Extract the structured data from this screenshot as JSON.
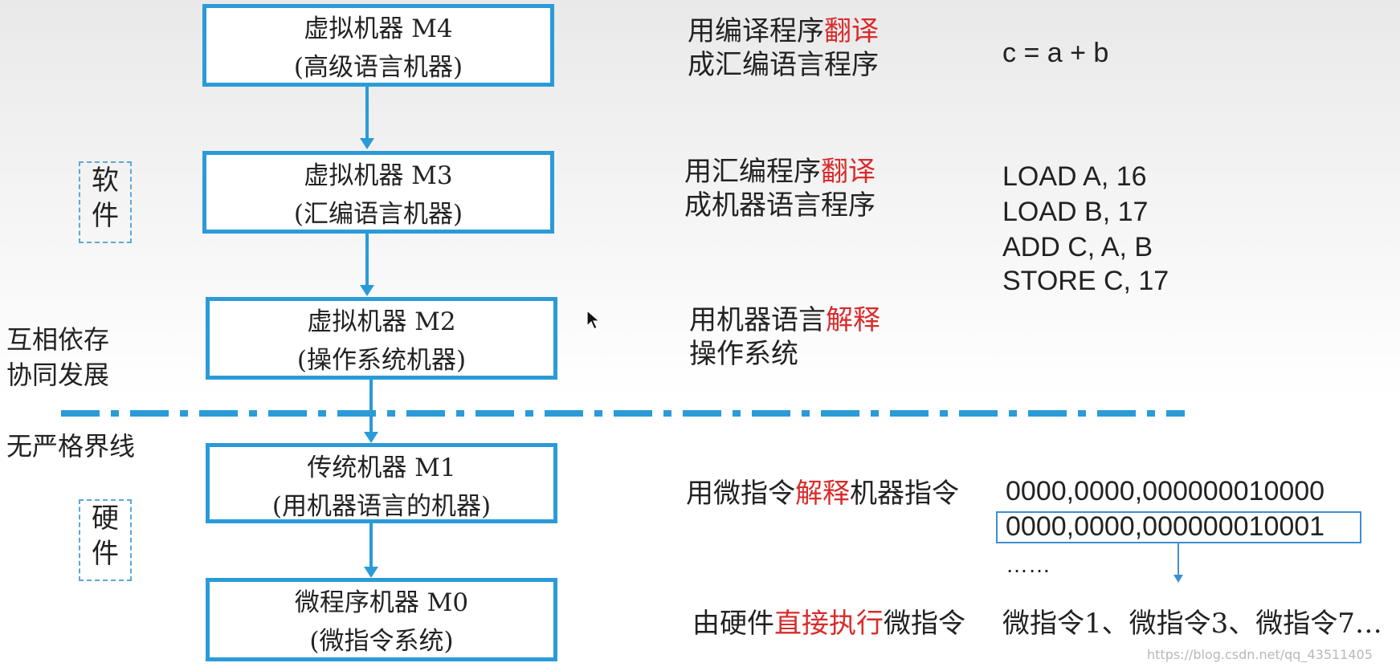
{
  "levels": [
    {
      "title": "虚拟机器 M4",
      "subtitle": "(高级语言机器)",
      "desc_pre": "用编译程序",
      "desc_em": "翻译",
      "desc_post": "",
      "desc_line2": "成汇编语言程序"
    },
    {
      "title": "虚拟机器 M3",
      "subtitle": "(汇编语言机器)",
      "desc_pre": "用汇编程序",
      "desc_em": "翻译",
      "desc_post": "",
      "desc_line2": "成机器语言程序"
    },
    {
      "title": "虚拟机器 M2",
      "subtitle": "(操作系统机器)",
      "desc_pre": "用机器语言",
      "desc_em": "解释",
      "desc_post": "",
      "desc_line2": "操作系统"
    },
    {
      "title": "传统机器 M1",
      "subtitle": "(用机器语言的机器)",
      "desc_pre": "用微指令",
      "desc_em": "解释",
      "desc_post": "机器指令",
      "desc_line2": ""
    },
    {
      "title": "微程序机器 M0",
      "subtitle": "(微指令系统)",
      "desc_pre": "由硬件",
      "desc_em": "直接执行",
      "desc_post": "微指令",
      "desc_line2": ""
    }
  ],
  "examples": {
    "m4": "c = a + b",
    "m3": [
      "LOAD A, 16",
      "LOAD B, 17",
      "ADD C, A, B",
      "STORE C, 17"
    ],
    "m1": [
      "0000,0000,000000010000",
      "0000,0000,000000010001",
      "……"
    ],
    "m0": "微指令1、微指令3、微指令7…"
  },
  "side_labels": {
    "software_char1": "软",
    "software_char2": "件",
    "hardware_char1": "硬",
    "hardware_char2": "件",
    "interdependent_line1": "互相依存",
    "interdependent_line2": "协同发展",
    "no_strict_boundary": "无严格界线"
  },
  "watermark": "https://blog.csdn.net/qq_43511405",
  "colors": {
    "box_border": "#2b9bd8",
    "emphasis": "#d92b2b",
    "divider": "#2b9bd8"
  }
}
